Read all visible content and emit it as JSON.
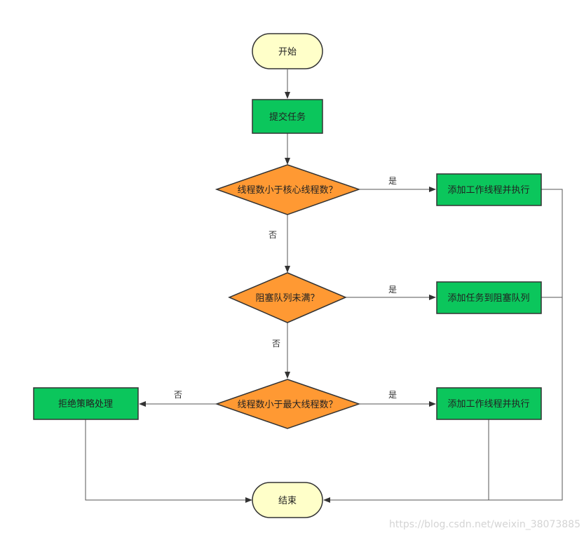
{
  "nodes": {
    "start": "开始",
    "submit": "提交任务",
    "q_core": "线程数小于核心线程数？",
    "add_worker_1": "添加工作线程并执行",
    "q_queue": "阻塞队列未满？",
    "add_queue": "添加任务到阻塞队列",
    "q_max": "线程数小于最大线程数？",
    "add_worker_2": "添加工作线程并执行",
    "reject": "拒绝策略处理",
    "end": "结束"
  },
  "edges": {
    "core_yes": "是",
    "core_no": "否",
    "queue_yes": "是",
    "queue_no": "否",
    "max_yes": "是",
    "max_no": "否"
  },
  "colors": {
    "terminal_fill": "#FFFFC9",
    "process_fill": "#0BC65C",
    "decision_fill": "#FF9933",
    "stroke": "#333333",
    "edge": "#555555"
  },
  "watermark": "https://blog.csdn.net/weixin_38073885"
}
